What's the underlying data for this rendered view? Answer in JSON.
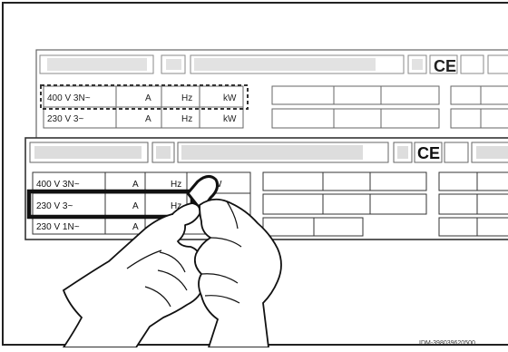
{
  "ce_mark": "CE",
  "back_plate": {
    "rows": [
      {
        "voltage": "400 V 3N~",
        "current": "A",
        "freq": "Hz",
        "power": "kW"
      },
      {
        "voltage": "230 V 3~",
        "current": "A",
        "freq": "Hz",
        "power": "kW"
      }
    ]
  },
  "front_plate": {
    "rows": [
      {
        "voltage": "400 V 3N~",
        "current": "A",
        "freq": "Hz",
        "power": "kW"
      },
      {
        "voltage": "230 V 3~",
        "current": "A",
        "freq": "Hz"
      },
      {
        "voltage": "230 V 1N~",
        "current": "A"
      }
    ]
  },
  "figure_id": "IDM-398039620500"
}
